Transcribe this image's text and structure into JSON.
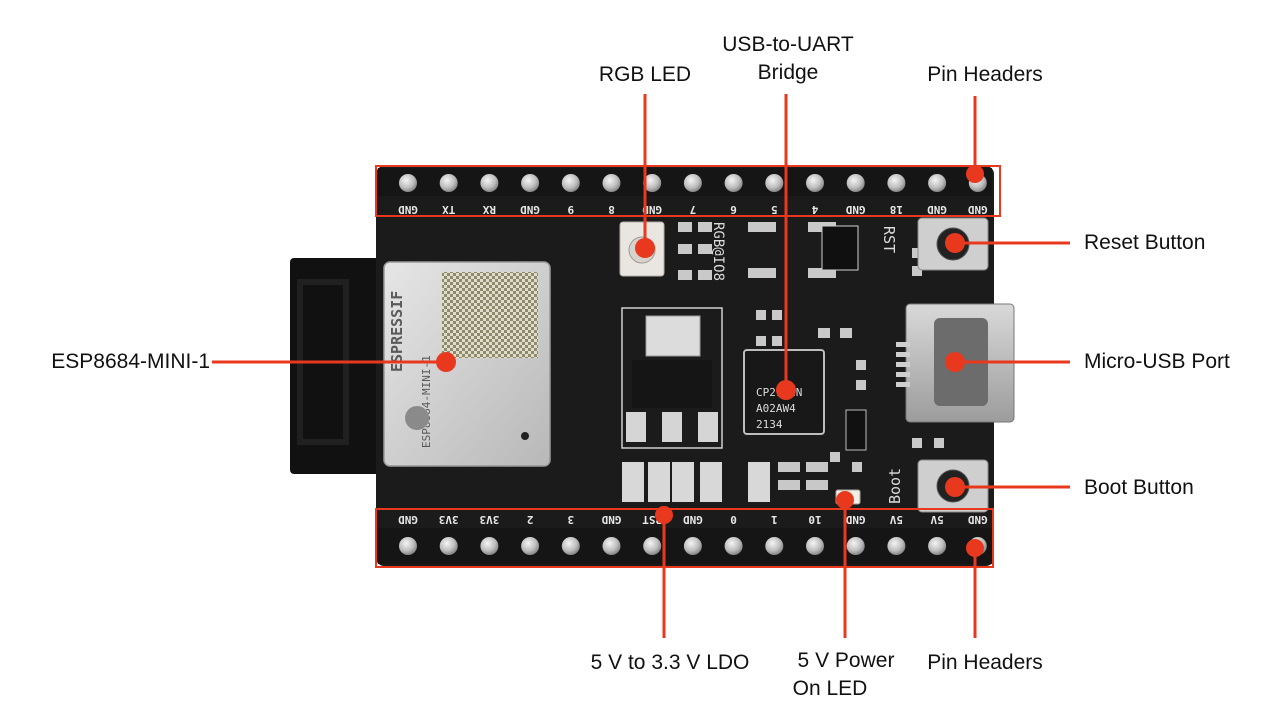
{
  "colors": {
    "callout": "#e8391e",
    "pcb": "#1b1b1b",
    "text": "#111111"
  },
  "callouts": {
    "rgb_led": "RGB LED",
    "usb_uart_line1": "USB-to-UART",
    "usb_uart_line2": "Bridge",
    "pin_headers_top": "Pin Headers",
    "reset_button": "Reset Button",
    "micro_usb": "Micro-USB Port",
    "boot_button": "Boot Button",
    "module": "ESP8684-MINI-1",
    "ldo": "5 V to 3.3 V LDO",
    "power_led_line1": "5 V Power",
    "power_led_line2": "On LED",
    "pin_headers_bottom": "Pin Headers"
  },
  "board": {
    "top_pins": [
      "GND",
      "TX",
      "RX",
      "GND",
      "9",
      "8",
      "GND",
      "7",
      "6",
      "5",
      "4",
      "GND",
      "18",
      "GND",
      "GND"
    ],
    "bottom_pins": [
      "GND",
      "3V3",
      "3V3",
      "2",
      "3",
      "GND",
      "RST",
      "GND",
      "0",
      "1",
      "10",
      "GND",
      "5V",
      "5V",
      "GND"
    ],
    "silkscreen": {
      "rgb": "RGB@IO8",
      "rst": "RST",
      "boot": "Boot",
      "module_brand": "ESPRESSIF",
      "module_name": "ESP8684-MINI-1",
      "chip_line1": "CP2102N",
      "chip_line2": "A02AW4",
      "chip_line3": "2134"
    }
  }
}
